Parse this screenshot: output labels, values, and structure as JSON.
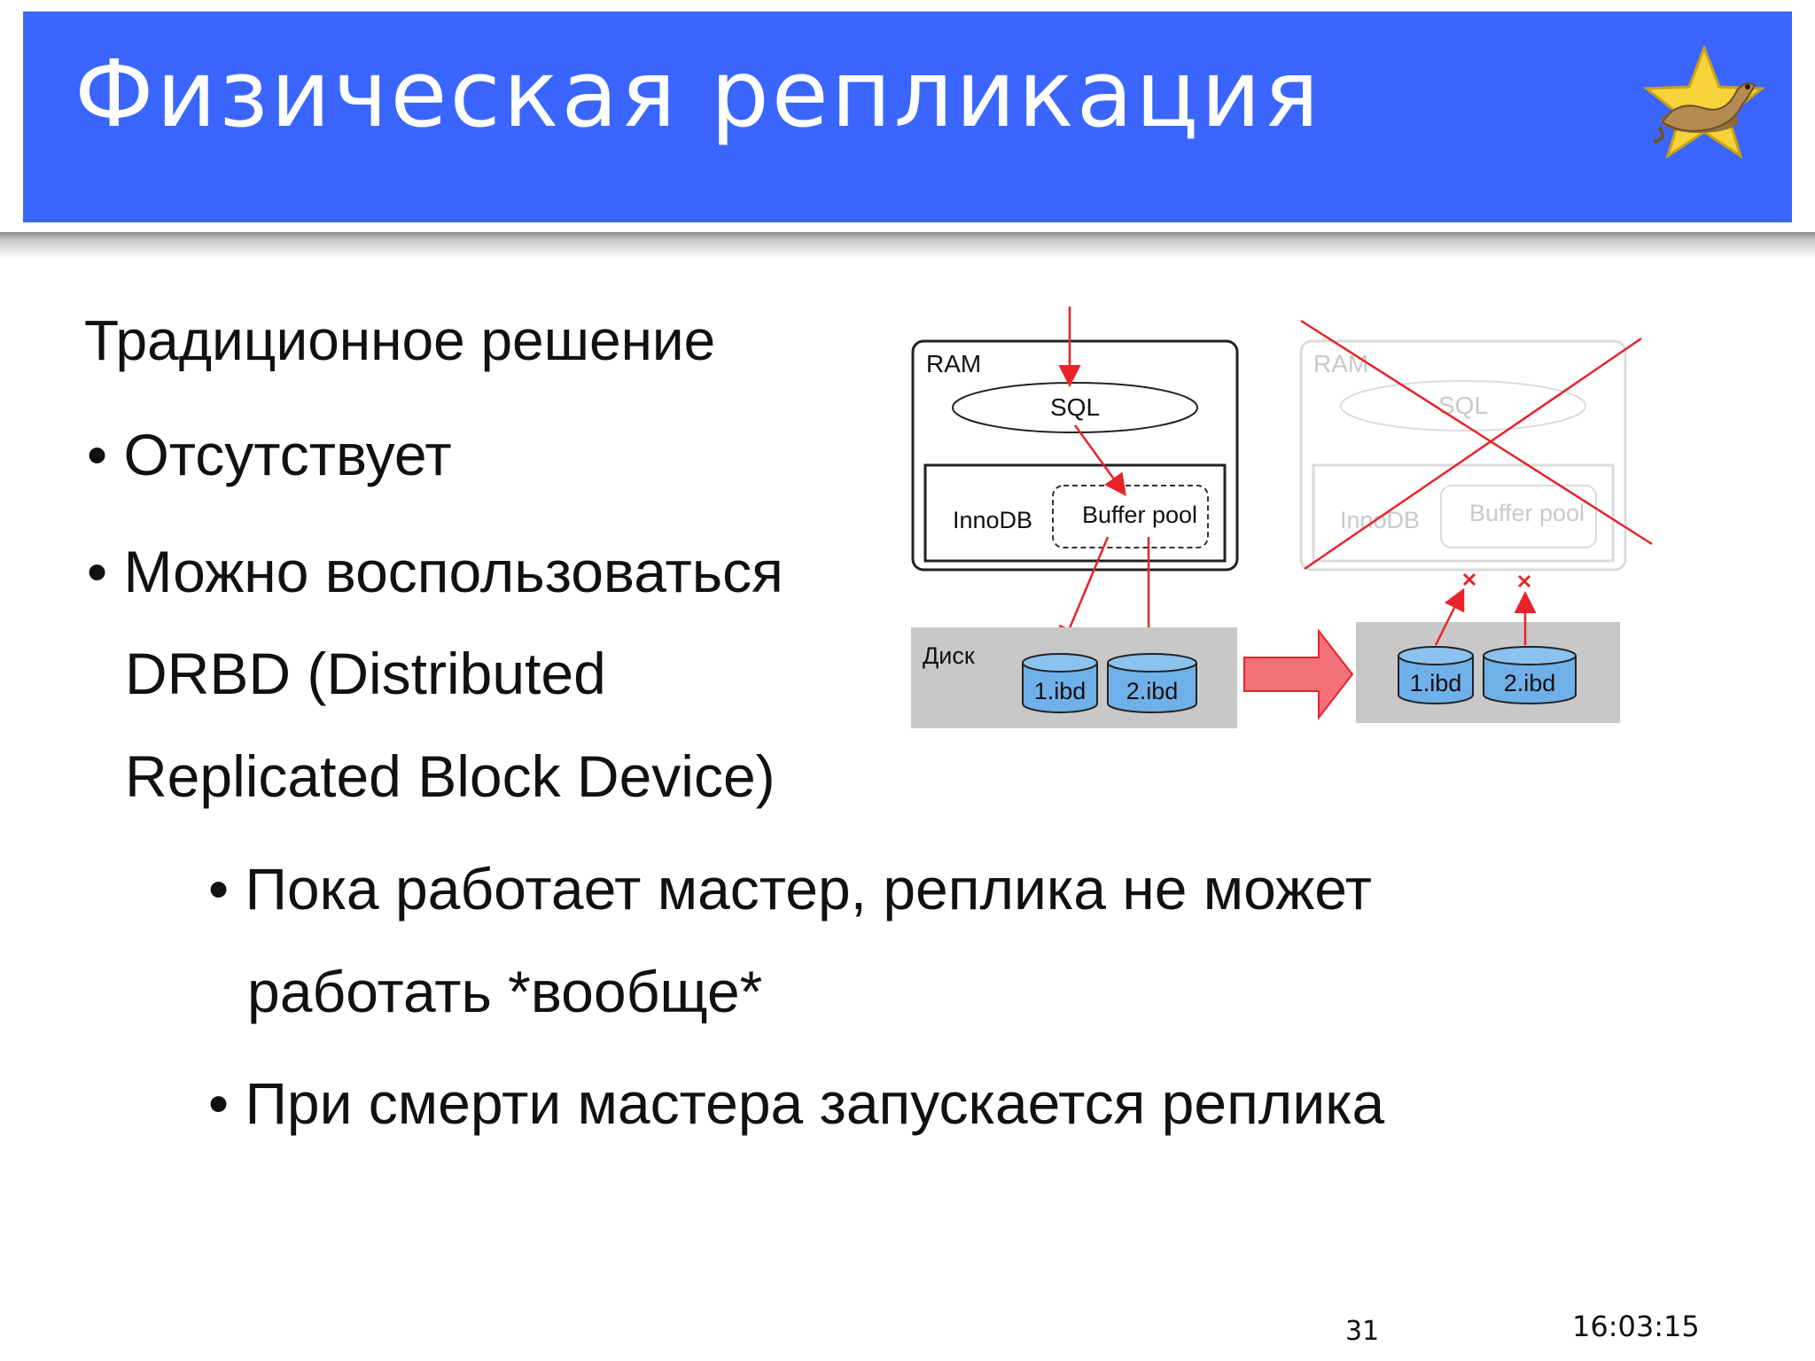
{
  "slide": {
    "title": "Физическая репликация",
    "heading": "Традиционное решение",
    "bullets": {
      "b1": "• Отсутствует",
      "b2": "• Можно воспользоваться",
      "b2_line2": "DRBD (Distributed",
      "b2_line3": "Replicated Block Device)",
      "sub1": "• Пока работает мастер, реплика не может",
      "sub1_line2": "работать *вообще*",
      "sub2": "• При смерти мастера запускается реплика"
    }
  },
  "diagram": {
    "left": {
      "ram": "RAM",
      "sql": "SQL",
      "innodb": "InnoDB",
      "buffer_pool": "Buffer pool",
      "disk": "Диск",
      "file1": "1.ibd",
      "file2": "2.ibd"
    },
    "right": {
      "ram": "RAM",
      "sql": "SQL",
      "innodb": "InnoDB",
      "buffer_pool": "Buffer pool",
      "file1": "1.ibd",
      "file2": "2.ibd"
    },
    "colors": {
      "arrow": "#e8232a",
      "big_arrow_fill": "#f4717a",
      "disk_bg": "#c8c8c8",
      "cylinder": "#6fb0e8"
    }
  },
  "footer": {
    "page_number": "31",
    "time": "16:03:15"
  },
  "logo": {
    "icon": "star-seal-logo-icon"
  }
}
